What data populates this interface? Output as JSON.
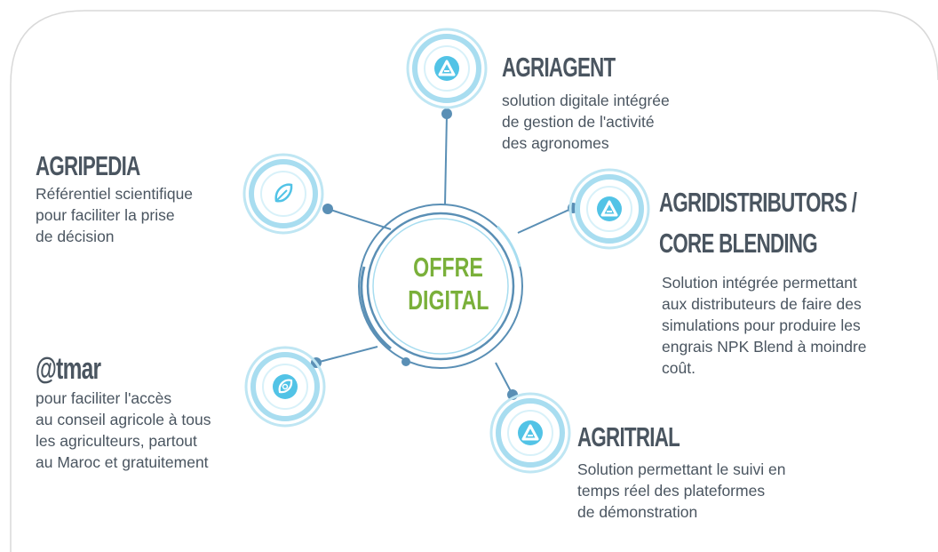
{
  "center": {
    "line1": "OFFRE",
    "line2": "DIGITAL"
  },
  "nodes": {
    "agriagent": {
      "title": "AGRIAGENT",
      "desc": [
        "solution digitale intégrée",
        "de gestion de l'activité",
        "des agronomes"
      ]
    },
    "agripedia": {
      "title": "AGRIPEDIA",
      "desc": [
        "Référentiel scientifique",
        "pour faciliter la prise",
        "de décision"
      ]
    },
    "agridistributors": {
      "title_line1": "AGRIDISTRIBUTORS /",
      "title_line2": "CORE BLENDING",
      "desc": [
        "Solution intégrée permettant",
        "aux distributeurs de faire des",
        "simulations pour produire les",
        "engrais NPK Blend à moindre",
        "coût."
      ]
    },
    "atmar": {
      "title": "@tmar",
      "desc": [
        "pour faciliter l'accès",
        "au conseil agricole à tous",
        "les agriculteurs, partout",
        "au Maroc et gratuitement"
      ]
    },
    "agritrial": {
      "title": "AGRITRIAL",
      "desc": [
        "Solution permettant le suivi en",
        "temps réel des plateformes",
        "de démonstration"
      ]
    }
  },
  "colors": {
    "accent_green": "#7ab03a",
    "line_blue": "#5a8fb5",
    "ring_light": "#a8ddf0",
    "icon_fill": "#52c3e6",
    "text": "#4a5560"
  },
  "icons": {
    "agriagent": "triangle-logo-icon",
    "agripedia": "leaf-icon",
    "agridistributors": "triangle-logo-icon",
    "atmar": "leaf-spiral-icon",
    "agritrial": "triangle-logo-icon"
  }
}
